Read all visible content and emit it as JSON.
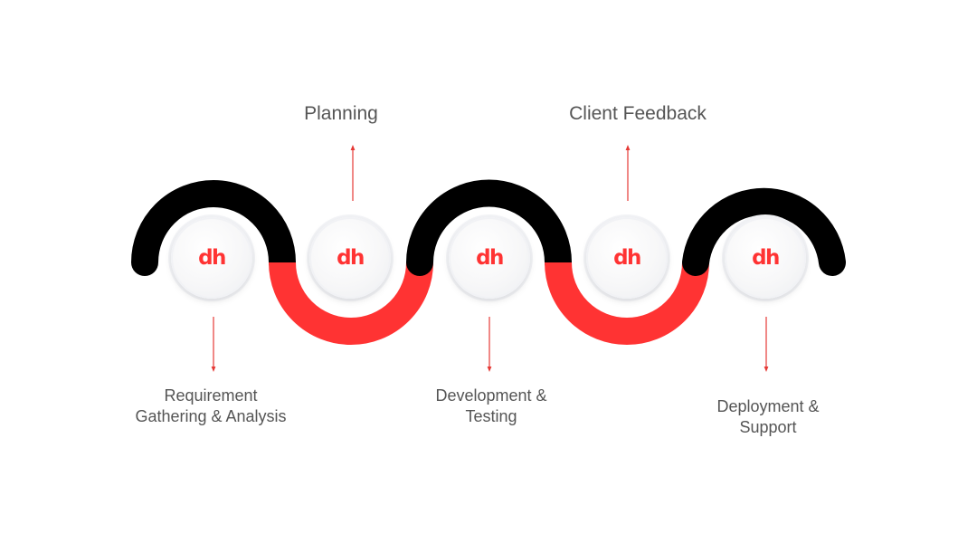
{
  "colors": {
    "arc_dark": "#000000",
    "arc_accent": "#ff3333",
    "arrow": "#e53935",
    "label_text": "#555555",
    "logo_text": "#ff3333",
    "node_fill": "#f4f5f7"
  },
  "logo_text": "dh",
  "steps": [
    {
      "label_lines": [
        "Requirement",
        "Gathering & Analysis"
      ],
      "position": "bottom"
    },
    {
      "label_lines": [
        "Planning"
      ],
      "position": "top"
    },
    {
      "label_lines": [
        "Development &",
        "Testing"
      ],
      "position": "bottom"
    },
    {
      "label_lines": [
        "Client Feedback"
      ],
      "position": "top"
    },
    {
      "label_lines": [
        "Deployment &",
        "Support"
      ],
      "position": "bottom"
    }
  ]
}
